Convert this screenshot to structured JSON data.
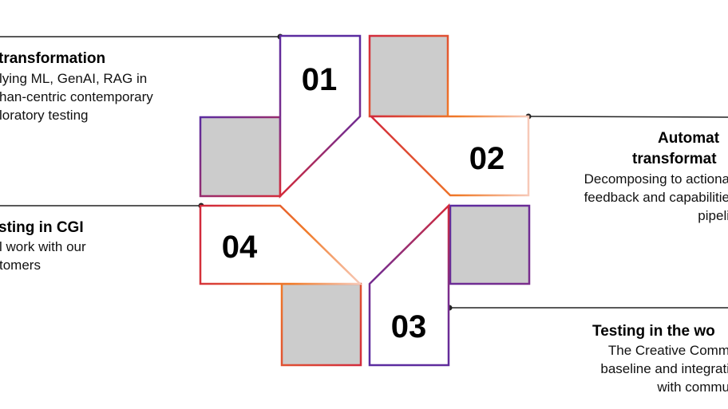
{
  "colors": {
    "gradient_purple": "#5b2ca0",
    "gradient_red": "#d22b3c",
    "gradient_orange": "#f07a28",
    "gradient_peach": "#f7c9b8",
    "grey_fill": "#cccccc",
    "connector_line": "#222222",
    "background": "#ffffff"
  },
  "diagram": {
    "steps": [
      {
        "number": "01",
        "title": "transformation",
        "description": "lying ML, GenAI, RAG in\nhan-centric contemporary\nloratory testing"
      },
      {
        "number": "02",
        "title_lines": [
          "Automat",
          "transformat"
        ],
        "description": "Decomposing to actiona\nfeedback and capabilitie\npipeli"
      },
      {
        "number": "03",
        "title": "Testing in the wo",
        "description": "The Creative Comm\nbaseline and integrati\nwith commu"
      },
      {
        "number": "04",
        "title": "sting in CGI",
        "description": "l work with our\ntomers"
      }
    ]
  }
}
